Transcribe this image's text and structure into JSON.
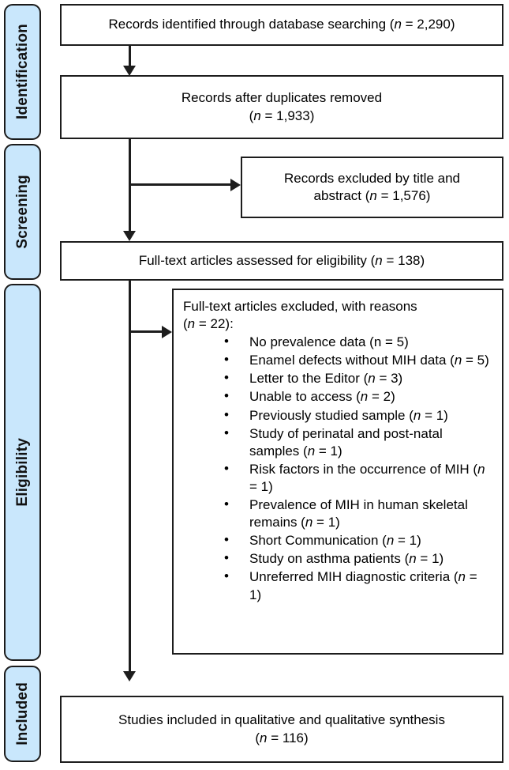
{
  "diagram": {
    "type": "PRISMA flow diagram",
    "accent_color": "#c9e7fc",
    "line_color": "#1d1d1d",
    "background": "#ffffff"
  },
  "phases": [
    {
      "id": "identification",
      "label": "Identification"
    },
    {
      "id": "screening",
      "label": "Screening"
    },
    {
      "id": "eligibility",
      "label": "Eligibility"
    },
    {
      "id": "included",
      "label": "Included"
    }
  ],
  "boxes": {
    "identified": {
      "text": "Records identified through database searching (n = 2,290)",
      "line1_pre": "Records identified through database searching (",
      "line1_n": "n",
      "line1_post": " = 2,290)",
      "count": 2290
    },
    "duplicates": {
      "line1": "Records after duplicates removed",
      "line2_pre": "(",
      "line2_n": "n",
      "line2_post": " = 1,933)",
      "count": 1933
    },
    "excluded_title_abstract": {
      "line1": "Records excluded by title and",
      "line2_pre": "abstract (",
      "line2_n": "n",
      "line2_post": " = 1,576)",
      "count": 1576
    },
    "fulltext_assessed": {
      "pre": "Full-text articles assessed for eligibility (",
      "n": "n",
      "post": " = 138)",
      "count": 138
    },
    "excluded_fulltext": {
      "heading_line1": "Full-text articles excluded, with reasons",
      "heading_line2_pre": "(",
      "heading_line2_n": "n",
      "heading_line2_post": " = 22):",
      "total": 22,
      "reasons": [
        {
          "text_pre": "No prevalence data (n = 5)",
          "text_n": "",
          "text_post": "",
          "count": 5,
          "italic_n": false
        },
        {
          "text_pre": "Enamel defects without MIH data (",
          "text_n": "n",
          "text_post": " = 5)",
          "count": 5,
          "italic_n": true
        },
        {
          "text_pre": "Letter to the Editor (",
          "text_n": "n",
          "text_post": " = 3)",
          "count": 3,
          "italic_n": true
        },
        {
          "text_pre": "Unable to access (",
          "text_n": "n",
          "text_post": " = 2)",
          "count": 2,
          "italic_n": true
        },
        {
          "text_pre": "Previously studied sample (",
          "text_n": "n",
          "text_post": " = 1)",
          "count": 1,
          "italic_n": true
        },
        {
          "text_pre": "Study of perinatal and post-natal samples (",
          "text_n": "n",
          "text_post": " = 1)",
          "count": 1,
          "italic_n": true
        },
        {
          "text_pre": "Risk factors in the occurrence of MIH (",
          "text_n": "n",
          "text_post": " = 1)",
          "count": 1,
          "italic_n": true
        },
        {
          "text_pre": "Prevalence of MIH in human skeletal remains (",
          "text_n": "n",
          "text_post": " = 1)",
          "count": 1,
          "italic_n": true
        },
        {
          "text_pre": "Short Communication (",
          "text_n": "n",
          "text_post": " = 1)",
          "count": 1,
          "italic_n": true
        },
        {
          "text_pre": "Study on asthma patients (",
          "text_n": "n",
          "text_post": " = 1)",
          "count": 1,
          "italic_n": true
        },
        {
          "text_pre": "Unreferred MIH diagnostic criteria (",
          "text_n": "n",
          "text_post": " = 1)",
          "count": 1,
          "italic_n": true
        }
      ]
    },
    "included": {
      "line1": "Studies included in qualitative and qualitative synthesis",
      "line2_pre": "(",
      "line2_n": "n",
      "line2_post": " = 116)",
      "count": 116
    }
  }
}
